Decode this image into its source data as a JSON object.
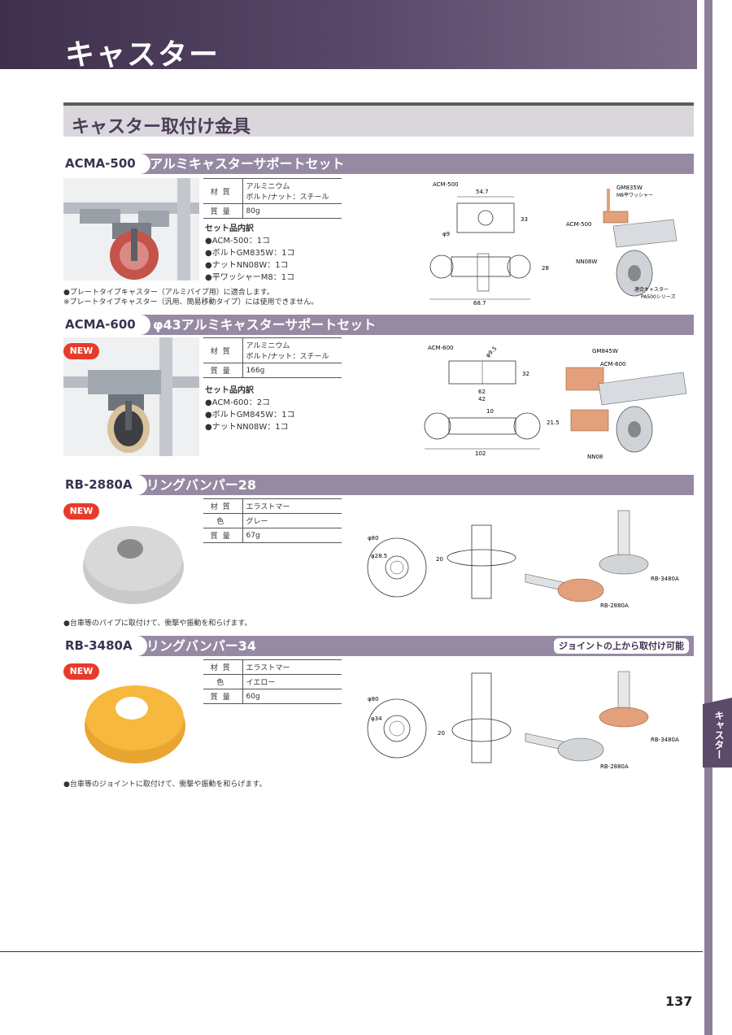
{
  "page": {
    "title": "キャスター",
    "side_tab": "キャスター",
    "number": "137"
  },
  "section": {
    "title": "キャスター取付け金具"
  },
  "products": [
    {
      "code": "ACMA-500",
      "name": "アルミキャスターサポートセット",
      "specs": [
        {
          "k": "材質",
          "v1": "アルミニウム",
          "v2": "ボルト/ナット：スチール"
        },
        {
          "k": "質量",
          "v1": "80g"
        }
      ],
      "kit_title": "セット品内訳",
      "kit": [
        "●ACM-500：1コ",
        "●ボルトGM835W：1コ",
        "●ナットNN08W：1コ",
        "●平ワッシャーM8：1コ"
      ],
      "notes": [
        "●プレートタイプキャスター（アルミパイプ用）に適合します。",
        "※プレートタイプキャスター（汎用、簡易移動タイプ）には使用できません。"
      ],
      "drawing": {
        "part": "ACM-500",
        "dims": [
          "54.7",
          "33",
          "φ9",
          "28",
          "68.7"
        ],
        "labels": [
          "GM835W",
          "M8平ワッシャー",
          "ACM-500",
          "NN08W",
          "適合キャスター",
          "PA500シリーズ"
        ]
      }
    },
    {
      "code": "ACMA-600",
      "name": "φ43アルミキャスターサポートセット",
      "new": "NEW",
      "specs": [
        {
          "k": "材質",
          "v1": "アルミニウム",
          "v2": "ボルト/ナット：スチール"
        },
        {
          "k": "質量",
          "v1": "166g"
        }
      ],
      "kit_title": "セット品内訳",
      "kit": [
        "●ACM-600：2コ",
        "●ボルトGM845W：1コ",
        "●ナットNN08W：1コ"
      ],
      "drawing": {
        "part": "ACM-600",
        "dims": [
          "φ9.5",
          "32",
          "62",
          "42",
          "10",
          "21.5",
          "102"
        ],
        "labels": [
          "GM845W",
          "ACM-600",
          "NN08"
        ]
      }
    },
    {
      "code": "RB-2880A",
      "name": "リングバンパー28",
      "new": "NEW",
      "specs": [
        {
          "k": "材質",
          "v1": "エラストマー"
        },
        {
          "k": "色",
          "v1": "グレー"
        },
        {
          "k": "質量",
          "v1": "67g"
        }
      ],
      "notes": [
        "●台車等のパイプに取付けて、衝撃や振動を和らげます。"
      ],
      "drawing": {
        "dims": [
          "φ80",
          "φ28.5",
          "20"
        ],
        "labels": [
          "RB-3480A",
          "RB-2880A"
        ]
      }
    },
    {
      "code": "RB-3480A",
      "name": "リングバンパー34",
      "new": "NEW",
      "tag": "ジョイントの上から取付け可能",
      "specs": [
        {
          "k": "材質",
          "v1": "エラストマー"
        },
        {
          "k": "色",
          "v1": "イエロー"
        },
        {
          "k": "質量",
          "v1": "60g"
        }
      ],
      "notes": [
        "●台車等のジョイントに取付けて、衝撃や振動を和らげます。"
      ],
      "drawing": {
        "dims": [
          "φ80",
          "φ34",
          "20"
        ],
        "labels": [
          "RB-3480A",
          "RB-2880A"
        ]
      }
    }
  ],
  "colors": {
    "header": "#3e2f4c",
    "bar": "#968aa3",
    "new": "#e63b2b",
    "bumper_gray": "#c9c9c9",
    "bumper_yellow": "#f6b83d",
    "copper": "#e3a07a"
  }
}
